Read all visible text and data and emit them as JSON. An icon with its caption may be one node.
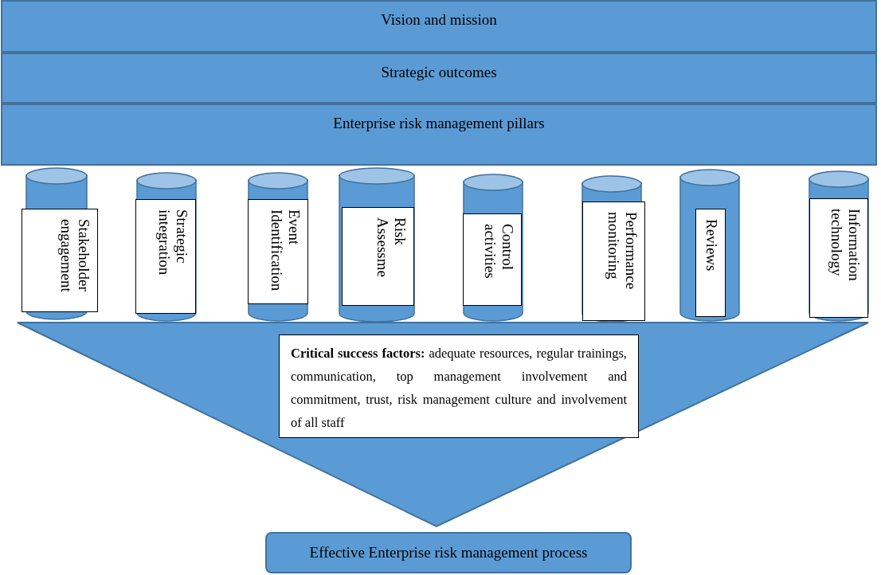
{
  "diagram": {
    "nodes": [
      {
        "text": [
          "Vision and mission"
        ]
      },
      {
        "text": [
          "Strategic outcomes"
        ]
      },
      {
        "text": [
          "Enterprise risk management pillars"
        ]
      },
      {
        "text": [
          "Stakeholder engagement"
        ]
      },
      {
        "text": [
          "Strategic integration"
        ]
      },
      {
        "text": [
          "Event Identification"
        ]
      },
      {
        "text": [
          "Risk Assessme"
        ]
      },
      {
        "text": [
          "Control activities"
        ]
      },
      {
        "text": [
          "Performance monitoring"
        ]
      },
      {
        "text": [
          "Reviews"
        ]
      },
      {
        "text": [
          "Information technology"
        ]
      },
      {
        "text": [],
        "shape": "triangle"
      },
      {
        "text": [
          "**Critical success factors:** adequate resources, regular trainings, communication, top management involvement and commitment, trust, risk management culture and involvement of all staff"
        ],
        "in": 11
      },
      {
        "text": [
          "Effective Enterprise risk management process"
        ]
      }
    ],
    "edges": []
  }
}
